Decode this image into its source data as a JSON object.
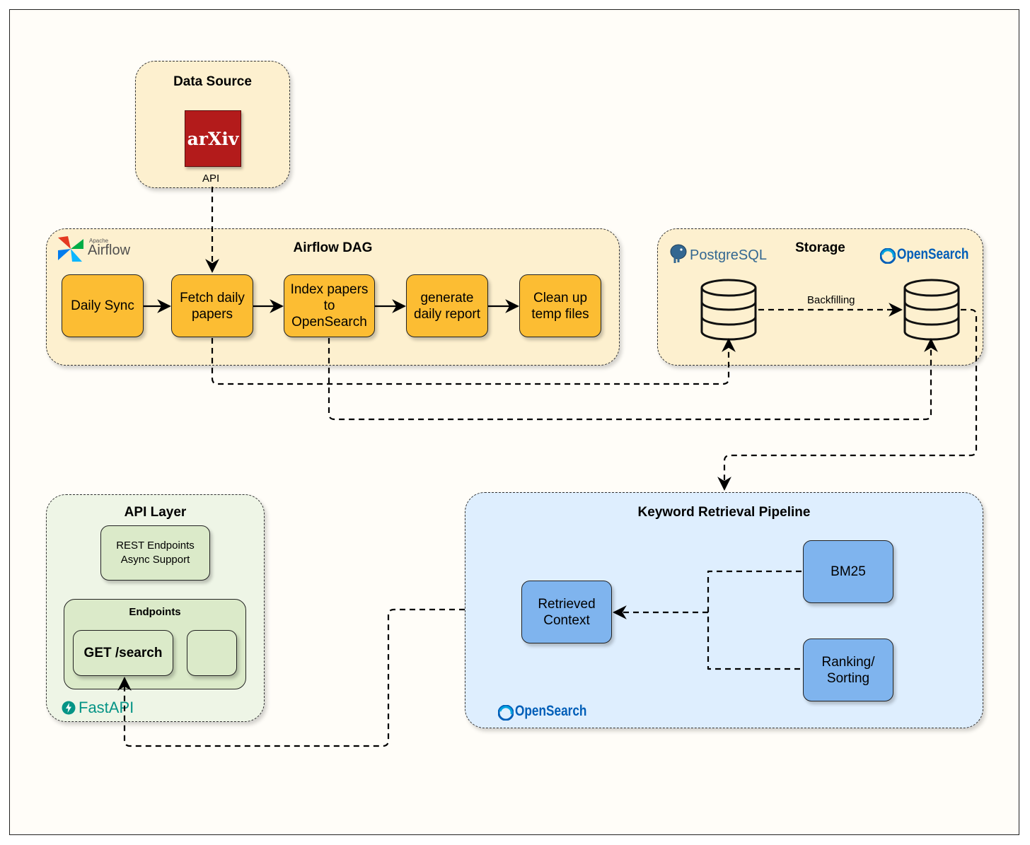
{
  "data_source": {
    "title": "Data Source",
    "logo": "arXiv",
    "caption": "API"
  },
  "airflow": {
    "title": "Airflow DAG",
    "logo_small": "Apache",
    "logo": "Airflow",
    "steps": [
      "Daily Sync",
      "Fetch daily\npapers",
      "Index papers\nto\nOpenSearch",
      "generate\ndaily report",
      "Clean up\ntemp files"
    ]
  },
  "storage": {
    "title": "Storage",
    "postgres_logo": "PostgreSQL",
    "opensearch_logo": "OpenSearch",
    "edge_label": "Backfilling"
  },
  "api_layer": {
    "title": "API Layer",
    "features": "REST Endpoints\nAsync Support",
    "endpoints_title": "Endpoints",
    "endpoint_1": "GET /search",
    "endpoint_2": "",
    "logo": "FastAPI"
  },
  "pipeline": {
    "title": "Keyword Retrieval Pipeline",
    "retrieved": "Retrieved\nContext",
    "bm25": "BM25",
    "ranking": "Ranking/\nSorting",
    "logo": "OpenSearch"
  },
  "colors": {
    "orange_node": "#fcbd33",
    "yellow_group": "#fdf0cf",
    "green_group": "#eef5e6",
    "green_node": "#dbeac9",
    "blue_group": "#deeefe",
    "blue_node": "#7fb4ee",
    "arxiv_red": "#b31b1b",
    "opensearch_blue": "#005eb8",
    "fastapi_teal": "#059486"
  }
}
